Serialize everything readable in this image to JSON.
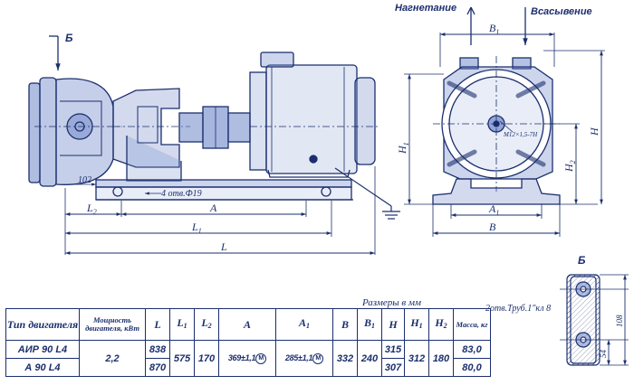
{
  "side_view": {
    "section_marker": "Б",
    "dim_102": "102",
    "holes_note": "4 отв.Ф19",
    "dim_L2": "L",
    "dim_L2_sub": "2",
    "dim_A": "A",
    "dim_L1": "L",
    "dim_L1_sub": "1",
    "dim_L": "L"
  },
  "end_view": {
    "outlet_label": "Нагнетание",
    "inlet_label": "Всасывение",
    "dim_B1": "B",
    "dim_B1_sub": "1",
    "dim_A1": "A",
    "dim_A1_sub": "1",
    "dim_B": "B",
    "dim_H": "H",
    "dim_H1": "H",
    "dim_H1_sub": "1",
    "dim_H2": "H",
    "dim_H2_sub": "2",
    "thread_callout": "M12×1,5-7H"
  },
  "section_view": {
    "title": "Б",
    "dim_108": "108",
    "dim_54": "54"
  },
  "thread_note": "2отв.Труб.1\"кл 8",
  "units_note": "Размеры в мм",
  "table": {
    "headers": {
      "type": "Тип двигателя",
      "power": "Мощность двигателя, кВт",
      "L": "L",
      "L1": "L",
      "L1_sub": "1",
      "L2": "L",
      "L2_sub": "2",
      "A": "A",
      "A1": "A",
      "A1_sub": "1",
      "B": "B",
      "B1": "B",
      "B1_sub": "1",
      "H": "H",
      "H1": "H",
      "H1_sub": "1",
      "H2": "H",
      "H2_sub": "2",
      "mass": "Масса, кг"
    },
    "rows": [
      {
        "type": "АИР 90 L4",
        "L": "838",
        "H": "315",
        "mass": "83,0"
      },
      {
        "type": "А 90 L4",
        "L": "870",
        "H": "307",
        "mass": "80,0"
      }
    ],
    "shared": {
      "power": "2,2",
      "L1": "575",
      "L2": "170",
      "A": "369±1,1",
      "A1": "285±1,1",
      "B": "332",
      "B1": "240",
      "H1": "312",
      "H2": "180"
    },
    "tolerance_mark": "М"
  },
  "colors": {
    "ink": "#1b2f6e",
    "fill": "#6d86c8",
    "background": "#ffffff"
  }
}
